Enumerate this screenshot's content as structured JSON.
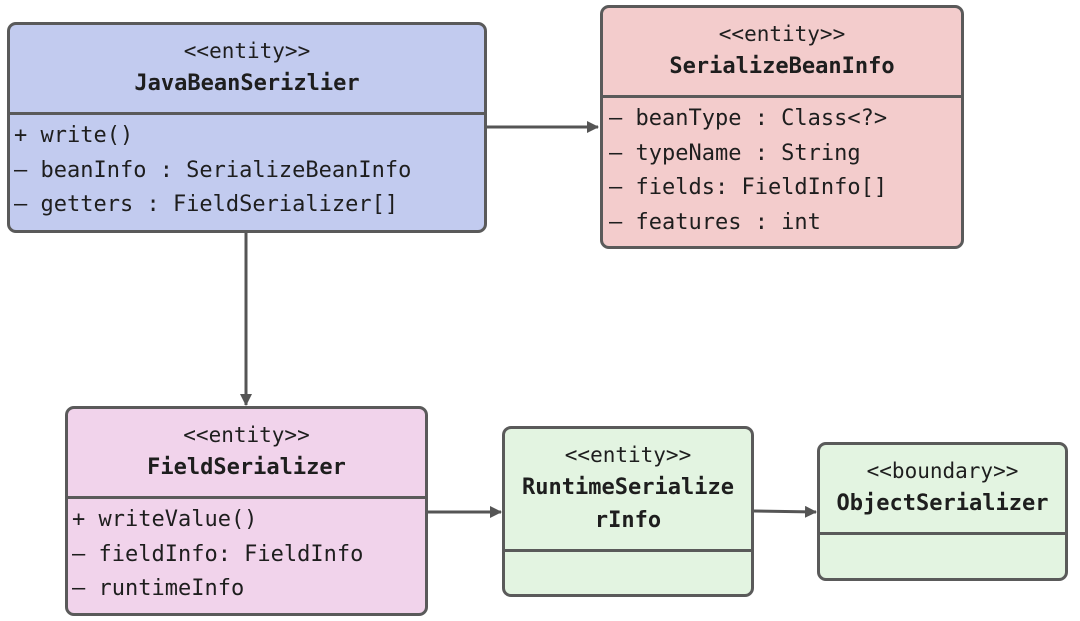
{
  "colors": {
    "blue_box": "#c2cbef",
    "red_box": "#f3cccc",
    "pink_box": "#f1d3eb",
    "green_box": "#e3f4e1",
    "border": "#5a5a5a",
    "arrow": "#555555"
  },
  "classes": {
    "java_bean_serializer": {
      "stereotype": "<<entity>>",
      "name": "JavaBeanSerizlier",
      "members": [
        "+ write()",
        "– beanInfo : SerializeBeanInfo",
        "– getters : FieldSerializer[]"
      ]
    },
    "serialize_bean_info": {
      "stereotype": "<<entity>>",
      "name": "SerializeBeanInfo",
      "members": [
        "– beanType : Class<?>",
        "– typeName : String",
        "– fields: FieldInfo[]",
        "– features : int"
      ]
    },
    "field_serializer": {
      "stereotype": "<<entity>>",
      "name": "FieldSerializer",
      "members": [
        "+ writeValue()",
        "– fieldInfo: FieldInfo",
        "– runtimeInfo"
      ]
    },
    "runtime_serializer_info": {
      "stereotype": "<<entity>>",
      "name_line1": "RuntimeSerialize",
      "name_line2": "rInfo"
    },
    "object_serializer": {
      "stereotype": "<<boundary>>",
      "name": "ObjectSerializer"
    }
  },
  "relations": [
    {
      "from": "JavaBeanSerizlier",
      "to": "SerializeBeanInfo"
    },
    {
      "from": "JavaBeanSerizlier",
      "to": "FieldSerializer"
    },
    {
      "from": "FieldSerializer",
      "to": "RuntimeSerializerInfo"
    },
    {
      "from": "RuntimeSerializerInfo",
      "to": "ObjectSerializer"
    }
  ]
}
